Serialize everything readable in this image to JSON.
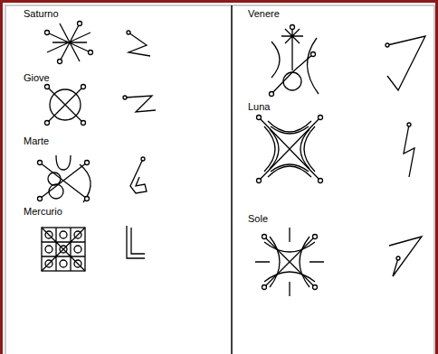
{
  "diagram": {
    "labels": [
      "Saturno",
      "Giove",
      "Marte",
      "Mercurio",
      "Venere",
      "Luna",
      "Sole"
    ]
  }
}
